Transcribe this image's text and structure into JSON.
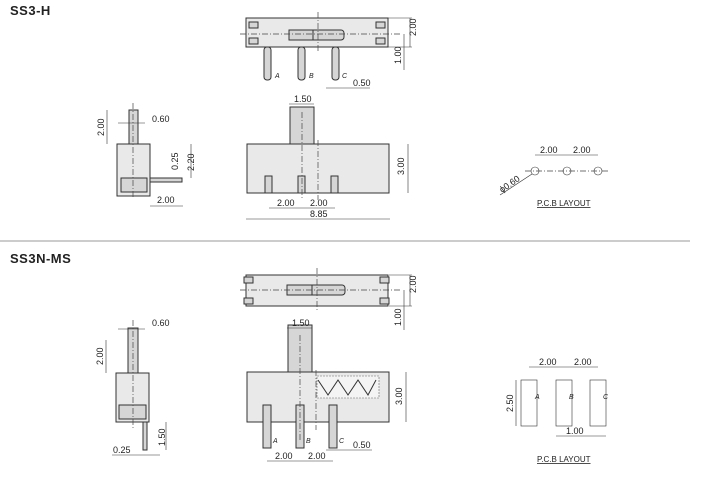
{
  "sections": [
    {
      "title": "SS3-H",
      "dims": {
        "stem_width": "0.60",
        "stem_height": "2.00",
        "pin_offset": "0.25",
        "body_height_side": "2.20",
        "side_pin_length": "2.00",
        "top_height": "2.00",
        "top_half": "1.00",
        "pin_width": "0.50",
        "knob_width": "1.50",
        "body_height": "3.00",
        "pitch1": "2.00",
        "pitch2": "2.00",
        "body_length": "8.85"
      },
      "pins": [
        "A",
        "B",
        "C"
      ],
      "pcb": {
        "pitch1": "2.00",
        "pitch2": "2.00",
        "hole": "ϕ0.60",
        "label": "P.C.B LAYOUT"
      }
    },
    {
      "title": "SS3N-MS",
      "dims": {
        "stem_width": "0.60",
        "stem_height": "2.00",
        "pin_length": "1.50",
        "pin_thickness": "0.25",
        "top_height": "2.00",
        "top_half": "1.00",
        "knob_width": "1.50",
        "body_height": "3.00",
        "pin_width": "0.50",
        "pitch1": "2.00",
        "pitch2": "2.00"
      },
      "pins": [
        "A",
        "B",
        "C"
      ],
      "pcb": {
        "pitch1": "2.00",
        "pitch2": "2.00",
        "pad_height": "2.50",
        "pad_width": "1.00",
        "pads": [
          "A",
          "B",
          "C"
        ],
        "label": "P.C.B LAYOUT"
      }
    }
  ]
}
